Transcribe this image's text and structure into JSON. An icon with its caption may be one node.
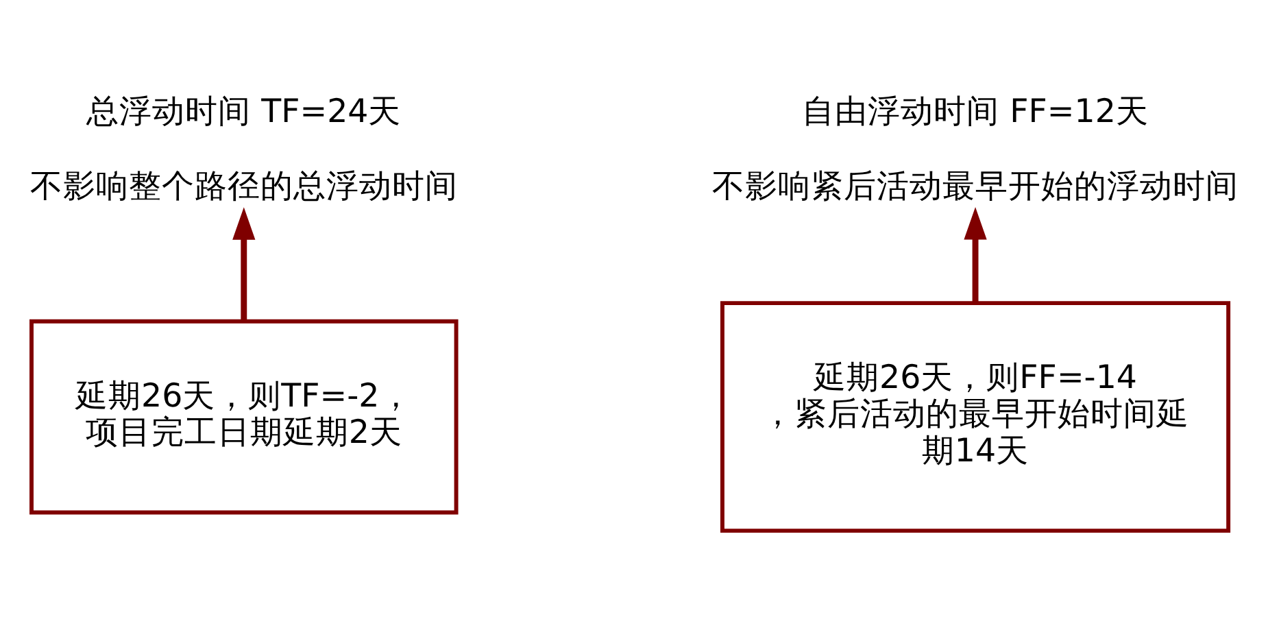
{
  "diagram": {
    "nodes": [
      {
        "text": [
          "总浮动时间 TF=24天",
          "不影响整个路径的总浮动时间"
        ]
      },
      {
        "text": [
          "延期26天，则TF=-2，项目完工日期延期2天"
        ]
      },
      {
        "text": [
          "自由浮动时间 FF=12天",
          "不影响紧后活动最早开始的浮动时间"
        ]
      },
      {
        "text": [
          "延期26天，则FF=-14，紧后活动的最早开始时间延期14天"
        ]
      }
    ],
    "edges": [
      {
        "from": 1,
        "to": 0,
        "arrow": "to"
      },
      {
        "from": 3,
        "to": 2,
        "arrow": "to"
      }
    ]
  }
}
